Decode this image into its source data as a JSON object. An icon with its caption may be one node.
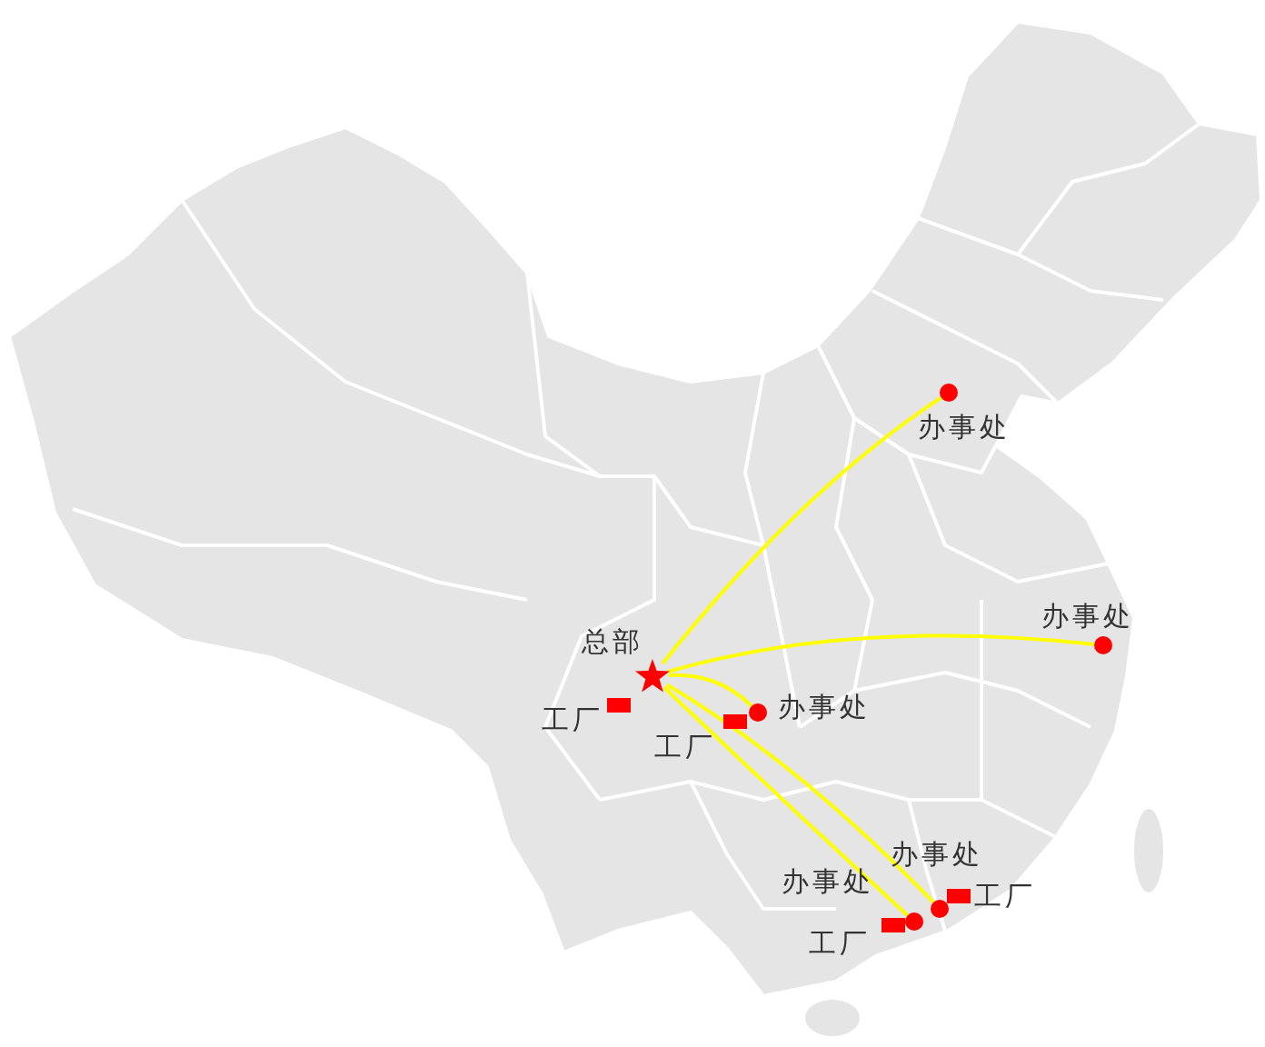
{
  "diagram": {
    "nodes": [
      {
        "text": [],
        "shape": "star",
        "beside": [
          "总部"
        ]
      },
      {
        "text": [],
        "shape": "circle",
        "beside": [
          "办事处"
        ]
      },
      {
        "text": [],
        "shape": "circle",
        "beside": [
          "办事处"
        ]
      },
      {
        "text": [],
        "shape": "circle",
        "beside": [
          "办事处"
        ]
      },
      {
        "text": [],
        "shape": "circle",
        "beside": [
          "办事处"
        ]
      },
      {
        "text": [],
        "shape": "circle",
        "beside": [
          "办事处"
        ]
      },
      {
        "text": [],
        "shape": "box",
        "beside": [
          "工厂"
        ]
      },
      {
        "text": [],
        "shape": "box",
        "beside": [
          "工厂"
        ]
      },
      {
        "text": [],
        "shape": "box",
        "beside": [
          "工厂"
        ]
      },
      {
        "text": [],
        "shape": "box",
        "beside": [
          "工厂"
        ]
      }
    ],
    "edges": [
      {
        "from": 0,
        "to": 1,
        "arrow": "none"
      },
      {
        "from": 0,
        "to": 2,
        "arrow": "none"
      },
      {
        "from": 0,
        "to": 3,
        "arrow": "none"
      },
      {
        "from": 0,
        "to": 4,
        "arrow": "none"
      },
      {
        "from": 0,
        "to": 5,
        "arrow": "none"
      }
    ]
  }
}
